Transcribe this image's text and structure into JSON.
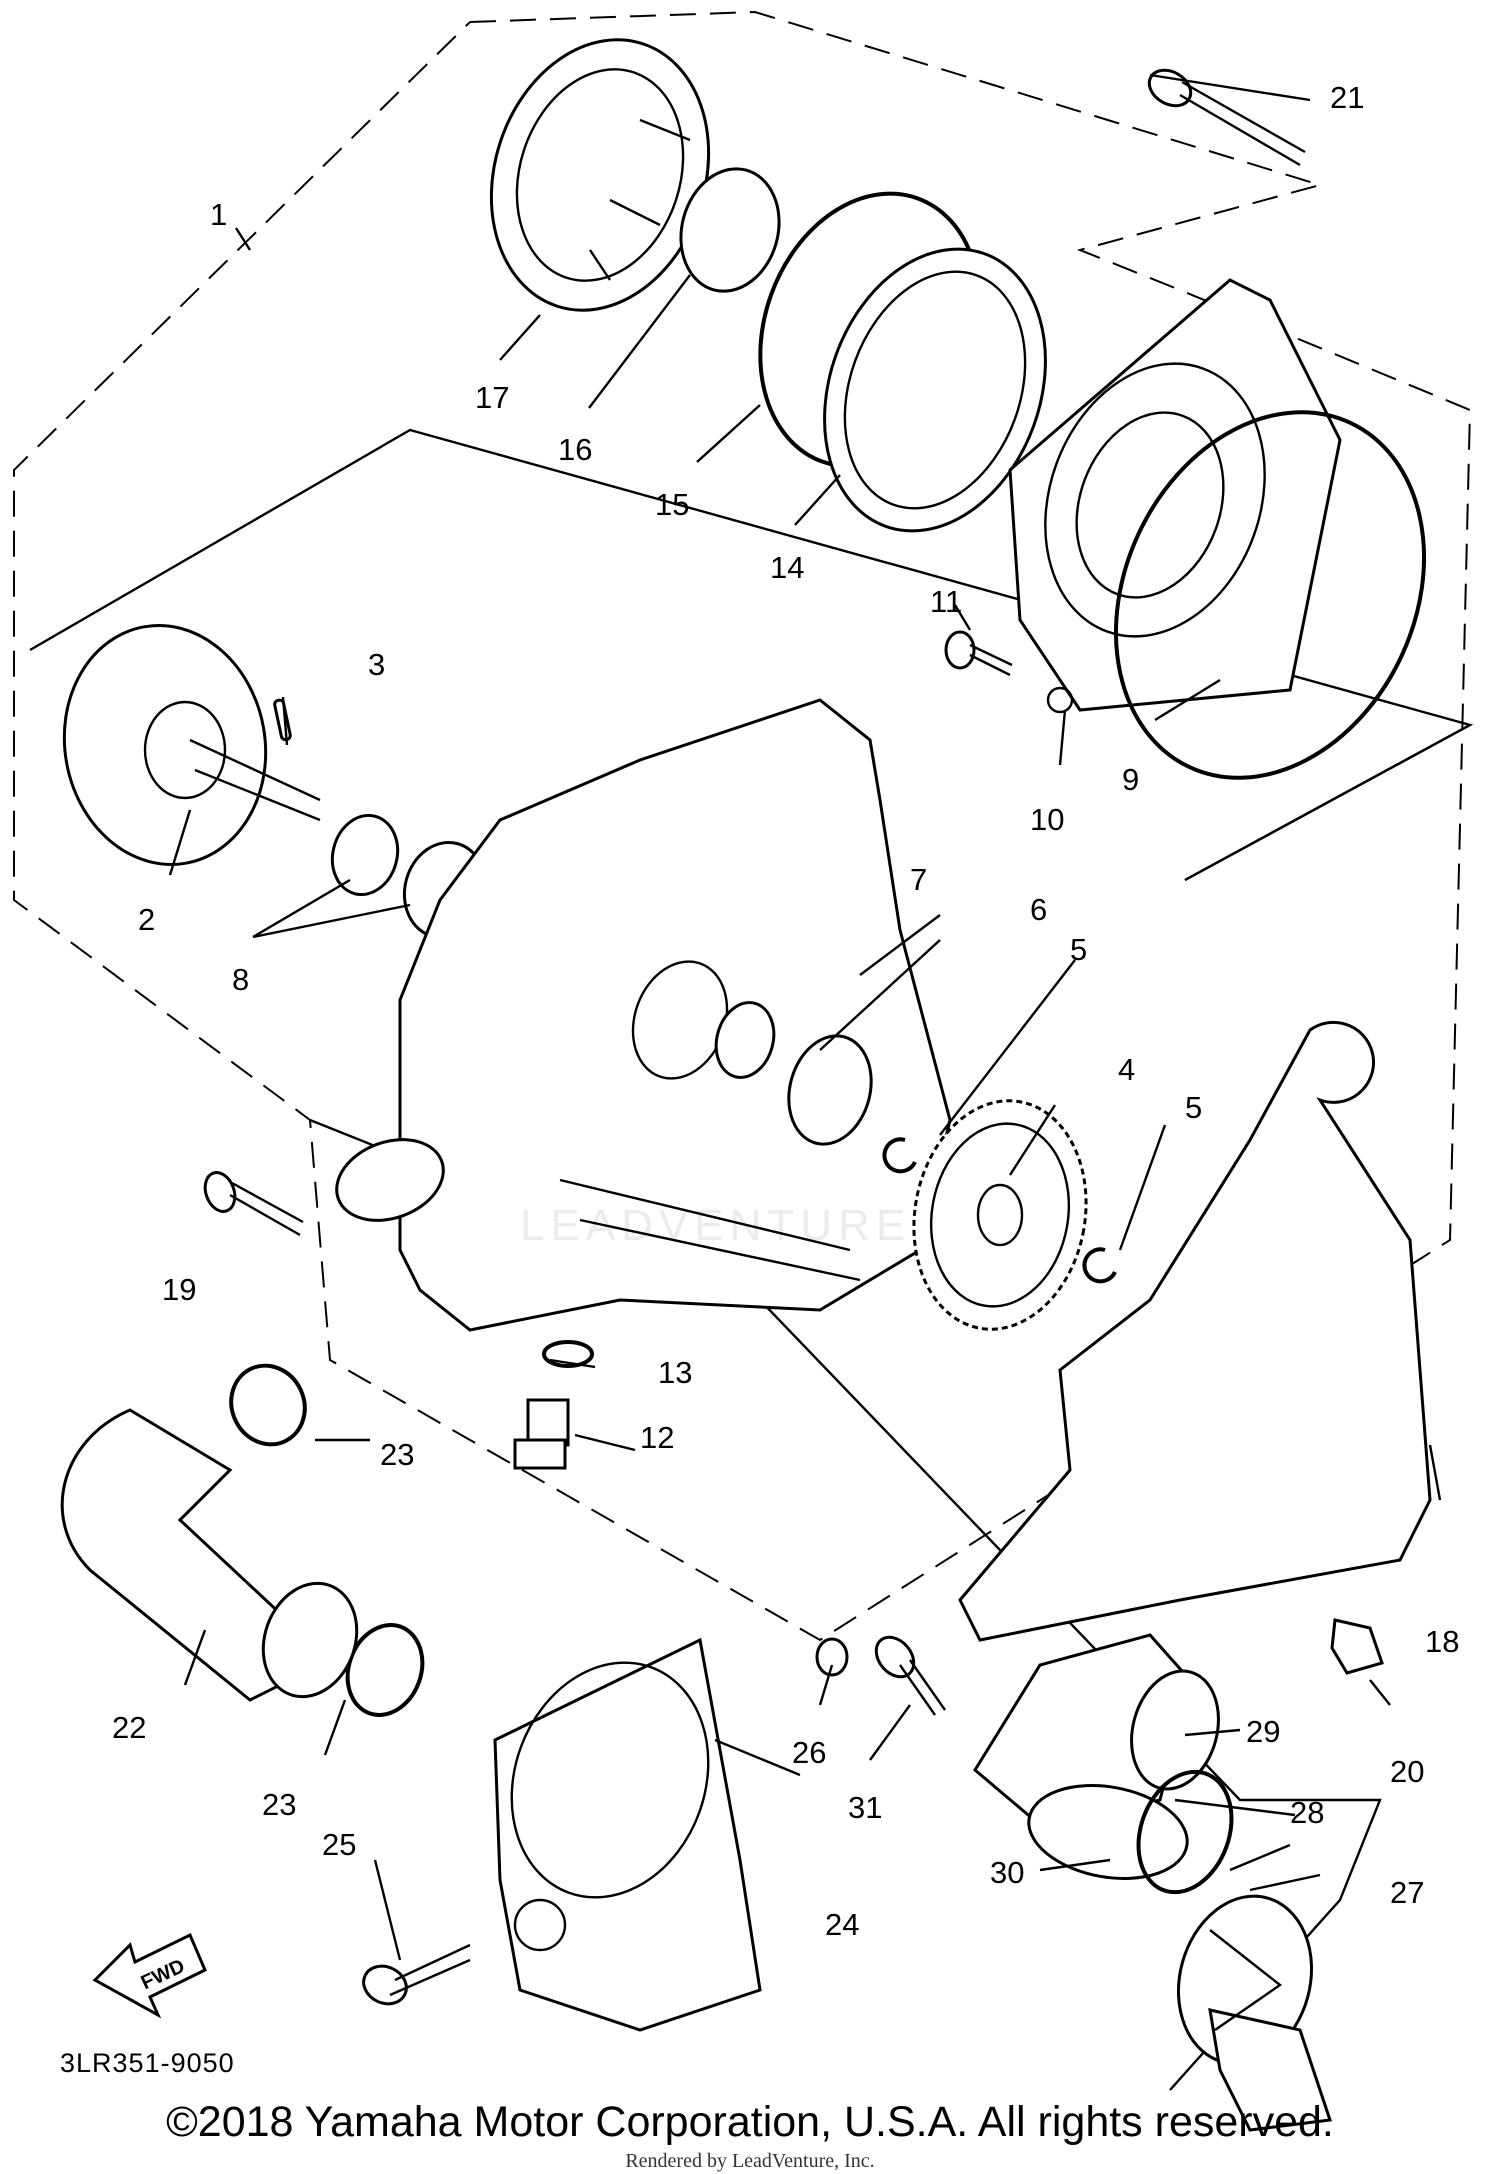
{
  "diagram_code": "3LR351-9050",
  "fwd_label": "FWD",
  "copyright": "©2018 Yamaha Motor Corporation, U.S.A. All rights reserved.",
  "rendered_by": "Rendered by LeadVenture, Inc.",
  "watermark": "LEADVENTURE",
  "callouts": {
    "c1": "1",
    "c2": "2",
    "c3": "3",
    "c4": "4",
    "c5a": "5",
    "c5b": "5",
    "c6": "6",
    "c7": "7",
    "c8": "8",
    "c9": "9",
    "c10": "10",
    "c11": "11",
    "c12": "12",
    "c13": "13",
    "c14": "14",
    "c15": "15",
    "c16": "16",
    "c17": "17",
    "c18": "18",
    "c19": "19",
    "c20": "20",
    "c21": "21",
    "c22": "22",
    "c23a": "23",
    "c23b": "23",
    "c24": "24",
    "c25": "25",
    "c26": "26",
    "c27": "27",
    "c28": "28",
    "c29": "29",
    "c30": "30",
    "c31": "31"
  }
}
